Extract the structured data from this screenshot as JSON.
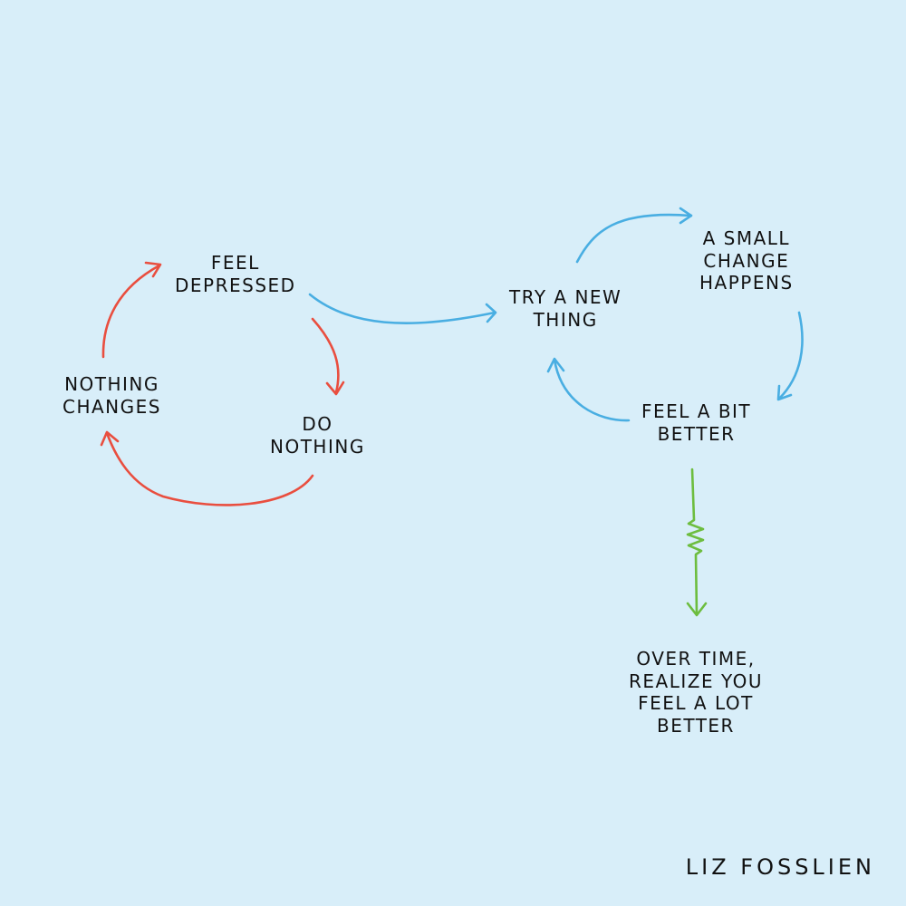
{
  "nodes": {
    "feel_depressed": [
      "FEEL",
      "DEPRESSED"
    ],
    "do_nothing": [
      "DO",
      "NOTHING"
    ],
    "nothing_changes": [
      "NOTHING",
      "CHANGES"
    ],
    "try_new_thing": [
      "TRY A NEW",
      "THING"
    ],
    "small_change": [
      "A SMALL",
      "CHANGE",
      "HAPPENS"
    ],
    "feel_bit_better": [
      "FEEL A BIT",
      "BETTER"
    ],
    "over_time": [
      "OVER TIME,",
      "REALIZE YOU",
      "FEEL A LOT",
      "BETTER"
    ]
  },
  "signature": "LIZ FOSSLIEN",
  "colors": {
    "background": "#d8eef9",
    "negative_loop": "#e94e3f",
    "positive_loop": "#49aee2",
    "long_term": "#6dbd3f"
  }
}
